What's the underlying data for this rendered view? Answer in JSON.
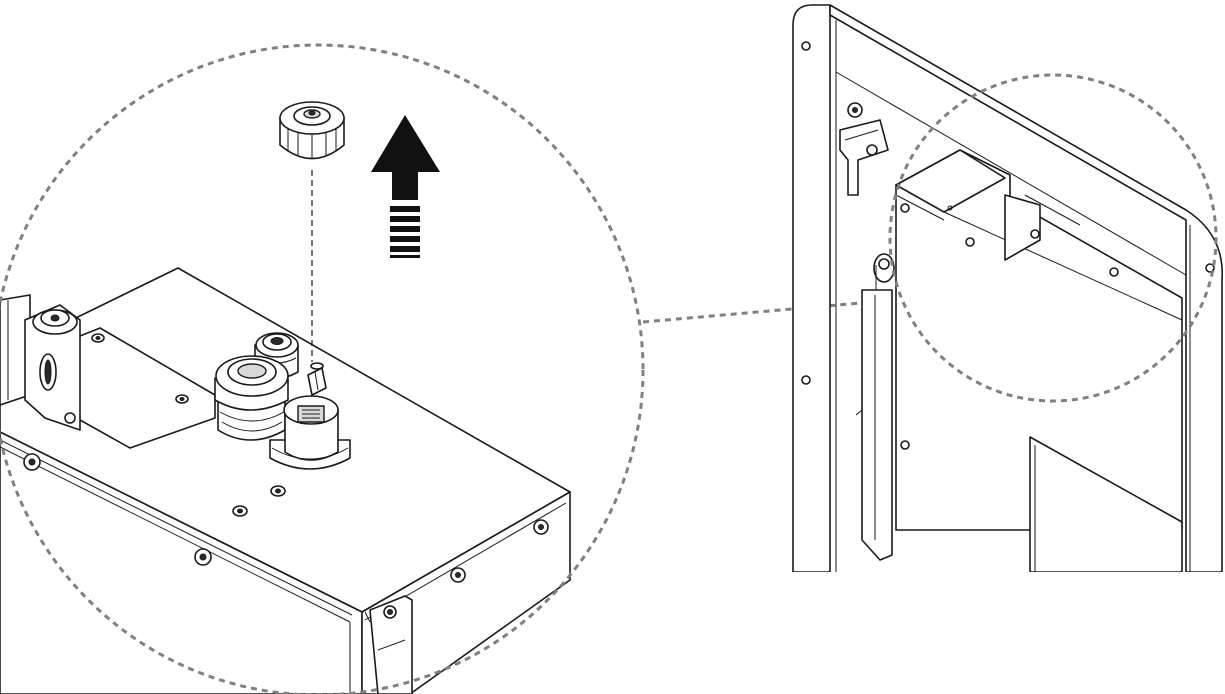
{
  "diagram": {
    "colors": {
      "line": "#1a1a1a",
      "callout_dash": "#808080",
      "fill_shade": "#d9d9d9",
      "background": "#ffffff"
    },
    "detail_view": {
      "components": [
        "cap",
        "up-arrow-icon",
        "cable-gland-large",
        "cable-gland-small",
        "rj45-port",
        "ground-terminal",
        "mounting-bracket",
        "enclosure-box"
      ]
    },
    "overview": {
      "components": [
        "cabinet-panel",
        "door-latch",
        "inner-unit",
        "hinge-arm",
        "panel-window"
      ]
    }
  }
}
